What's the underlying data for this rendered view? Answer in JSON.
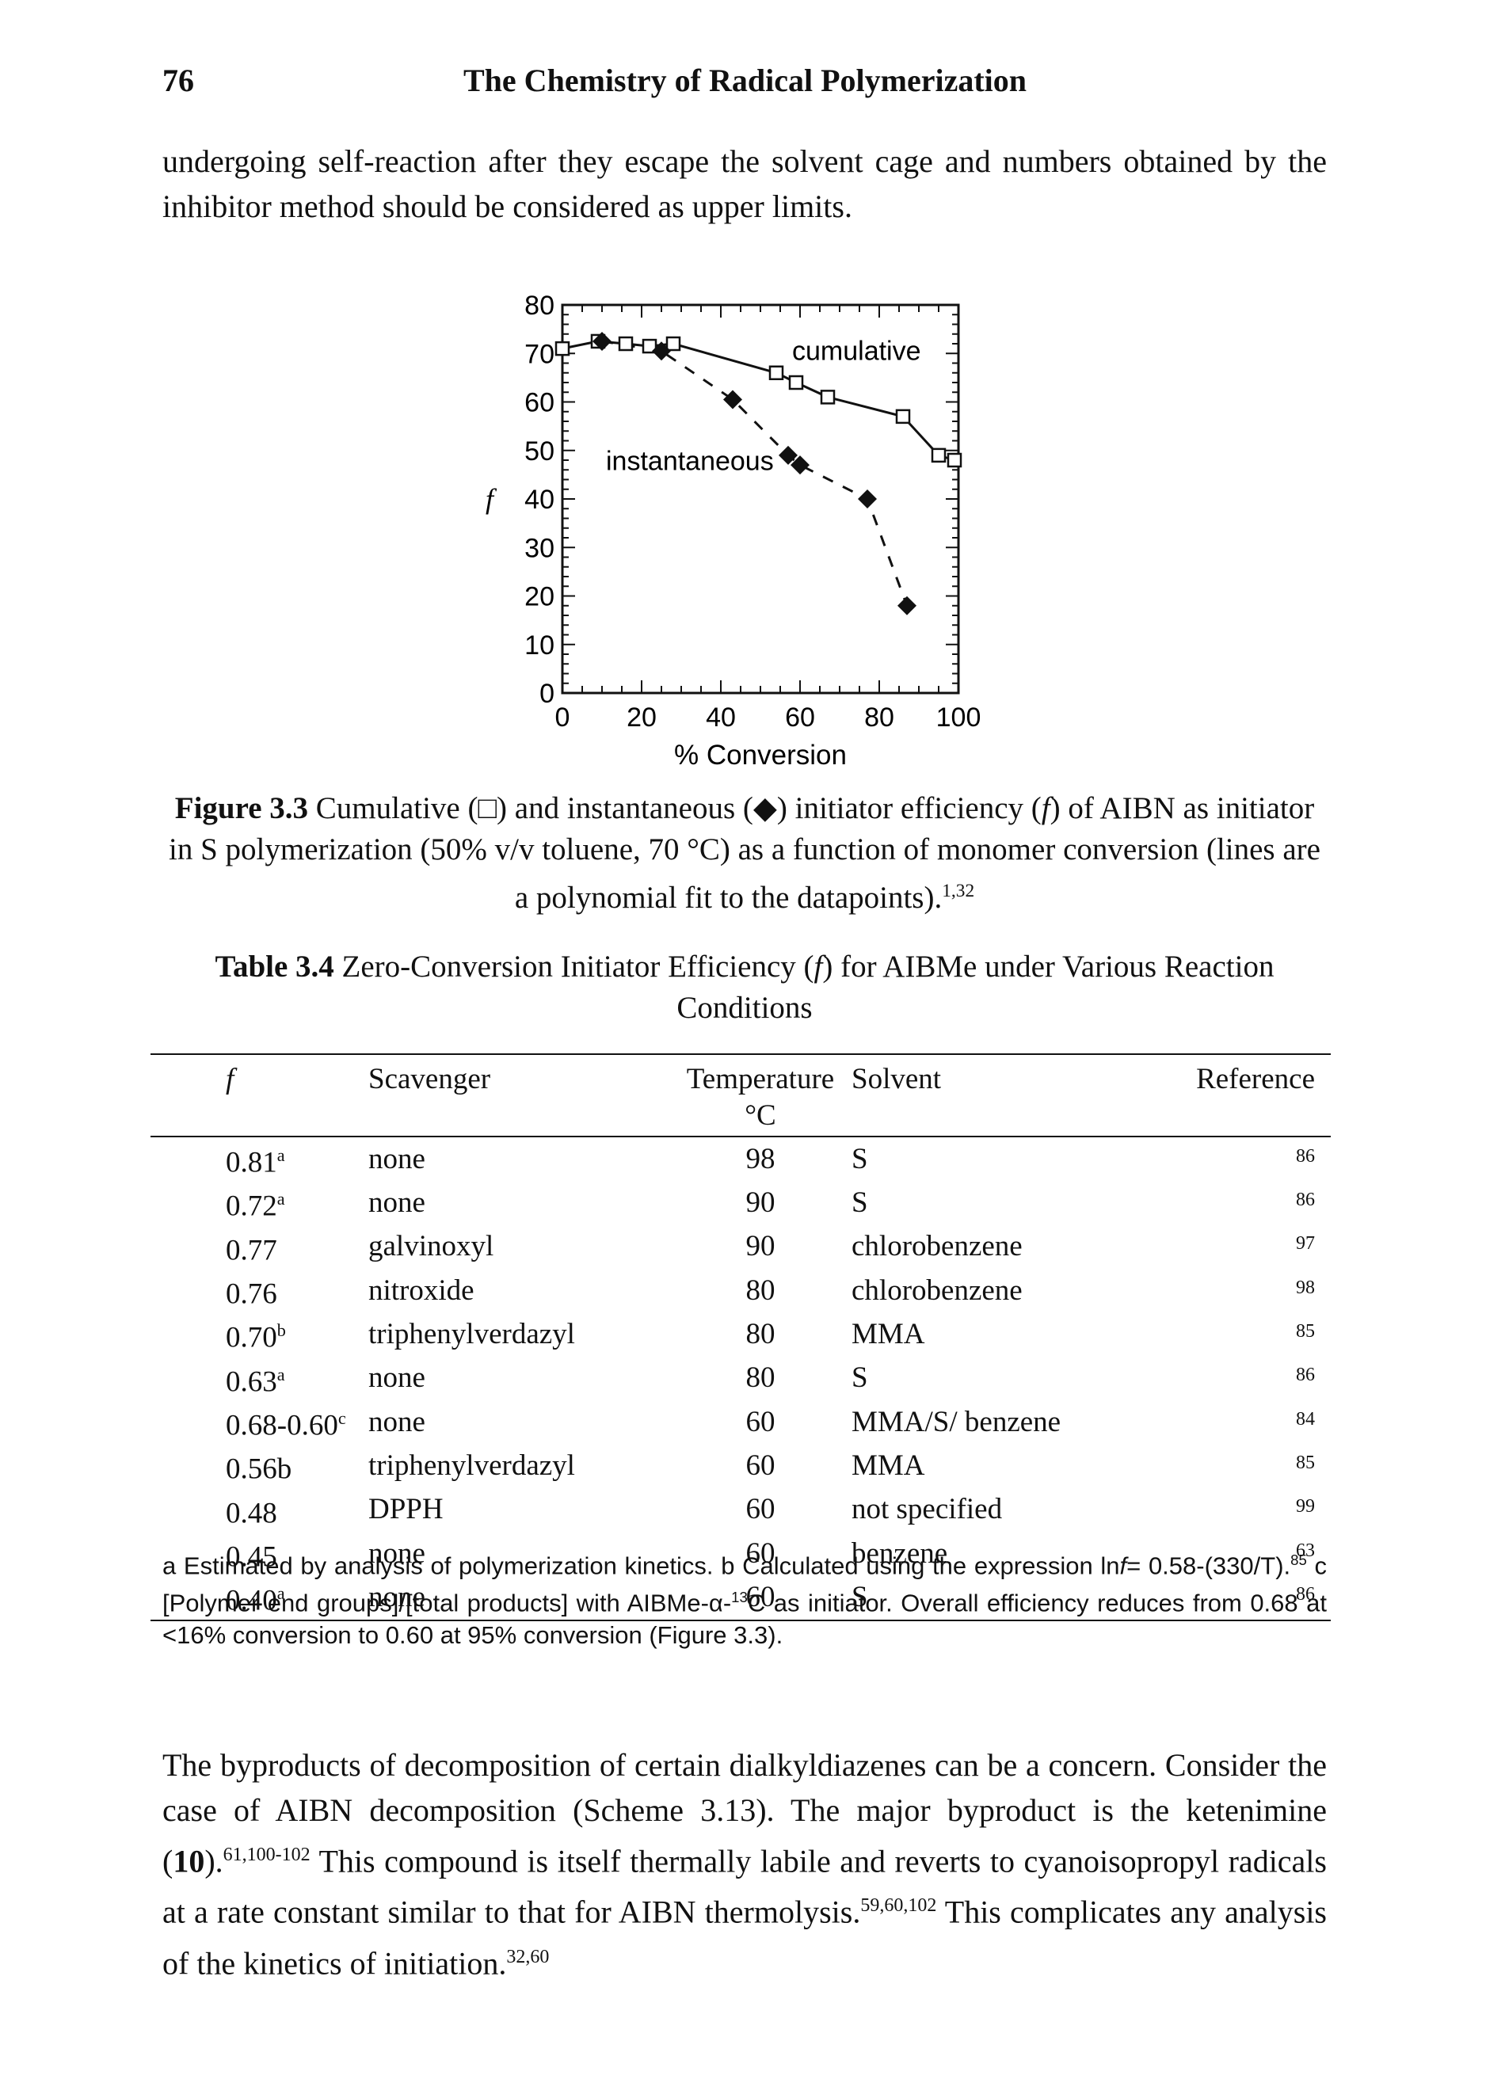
{
  "header": {
    "page_number": "76",
    "running_title": "The Chemistry of Radical Polymerization"
  },
  "intro_text": "undergoing self-reaction after they escape the solvent cage and numbers obtained by the inhibitor method should be considered as upper limits.",
  "figure": {
    "label": "Figure 3.3",
    "caption_a": "Cumulative (",
    "caption_sym1": "□",
    "caption_b": ") and instantaneous (",
    "caption_sym2": "◆",
    "caption_c": ") initiator efficiency (",
    "caption_f": "f",
    "caption_d": ") of AIBN as initiator in S polymerization (50% v/v toluene, 70 °C) as a function of monomer conversion (lines are a polynomial fit to the datapoints).",
    "caption_refs": "1,32"
  },
  "chart_data": {
    "type": "scatter",
    "xlabel": "% Conversion",
    "ylabel": "f",
    "xlim": [
      0,
      100
    ],
    "ylim": [
      0,
      80
    ],
    "x_ticks": [
      "0",
      "20",
      "40",
      "60",
      "80",
      "100"
    ],
    "y_ticks": [
      "0",
      "10",
      "20",
      "30",
      "40",
      "50",
      "60",
      "70",
      "80"
    ],
    "series": [
      {
        "name": "cumulative",
        "marker": "open-square",
        "line": "solid",
        "x": [
          0,
          9,
          16,
          22,
          28,
          54,
          59,
          67,
          86,
          95,
          99
        ],
        "y": [
          71,
          72.5,
          72,
          71.5,
          72,
          66,
          64,
          61,
          57,
          49,
          48
        ]
      },
      {
        "name": "instantaneous",
        "marker": "filled-diamond",
        "line": "dashed",
        "x": [
          10,
          25,
          43,
          57,
          60,
          77,
          87
        ],
        "y": [
          72.5,
          70.5,
          60.5,
          49,
          47,
          40,
          18
        ]
      }
    ]
  },
  "table": {
    "label": "Table 3.4",
    "title_pre": "Zero-Conversion Initiator Efficiency (",
    "title_f": "f",
    "title_post": ") for AIBMe under Various Reaction Conditions",
    "headers": {
      "f": "f",
      "scavenger": "Scavenger",
      "temperature": "Temperature",
      "temperature_unit": "°C",
      "solvent": "Solvent",
      "reference": "Reference"
    },
    "rows": [
      {
        "f": "0.81",
        "sup": "a",
        "scavenger": "none",
        "temp": "98",
        "solvent": "S",
        "ref": "86"
      },
      {
        "f": "0.72",
        "sup": "a",
        "scavenger": "none",
        "temp": "90",
        "solvent": "S",
        "ref": "86"
      },
      {
        "f": "0.77",
        "sup": "",
        "scavenger": "galvinoxyl",
        "temp": "90",
        "solvent": "chlorobenzene",
        "ref": "97"
      },
      {
        "f": "0.76",
        "sup": "",
        "scavenger": "nitroxide",
        "temp": "80",
        "solvent": "chlorobenzene",
        "ref": "98"
      },
      {
        "f": "0.70",
        "sup": "b",
        "scavenger": "triphenylverdazyl",
        "temp": "80",
        "solvent": "MMA",
        "ref": "85"
      },
      {
        "f": "0.63",
        "sup": "a",
        "scavenger": "none",
        "temp": "80",
        "solvent": "S",
        "ref": "86"
      },
      {
        "f": "0.68-0.60",
        "sup": "c",
        "scavenger": "none",
        "temp": "60",
        "solvent": "MMA/S/ benzene",
        "ref": "84"
      },
      {
        "f": "0.56b",
        "sup": "",
        "scavenger": "triphenylverdazyl",
        "temp": "60",
        "solvent": "MMA",
        "ref": "85"
      },
      {
        "f": "0.48",
        "sup": "",
        "scavenger": "DPPH",
        "temp": "60",
        "solvent": "not specified",
        "ref": "99"
      },
      {
        "f": "0.45",
        "sup": "",
        "scavenger": "none",
        "temp": "60",
        "solvent": "benzene",
        "ref": "63"
      },
      {
        "f": "0.40",
        "sup": "a",
        "scavenger": "none",
        "temp": "60",
        "solvent": "S",
        "ref": "86"
      }
    ],
    "footnote_a": "a Estimated by analysis of polymerization kinetics.",
    "footnote_b": "b Calculated using the expression ln",
    "footnote_b_f": "f",
    "footnote_b2": "= 0.58-(330/T).",
    "footnote_b_ref": "85",
    "footnote_c": "c [Polymer end groups]/[total products] with AIBMe-α-",
    "footnote_c_sup": "13",
    "footnote_c2": "C as initiator. Overall efficiency reduces from 0.68 at <16% conversion to 0.60 at 95% conversion (Figure 3.3)."
  },
  "body": {
    "s1": "The byproducts of decomposition of certain dialkyldiazenes can be a concern. Consider the case of AIBN decomposition (Scheme 3.13). The major byproduct is the ketenimine (",
    "s1_bold": "10",
    "s1_end": ").",
    "ref1": "61,100-102",
    "s2": " This compound is itself thermally labile and reverts to cyanoisopropyl radicals at a rate constant similar to that for AIBN thermolysis.",
    "ref2": "59,60,102",
    "s3": " This complicates any analysis of the kinetics of initiation.",
    "ref3": "32,60"
  }
}
